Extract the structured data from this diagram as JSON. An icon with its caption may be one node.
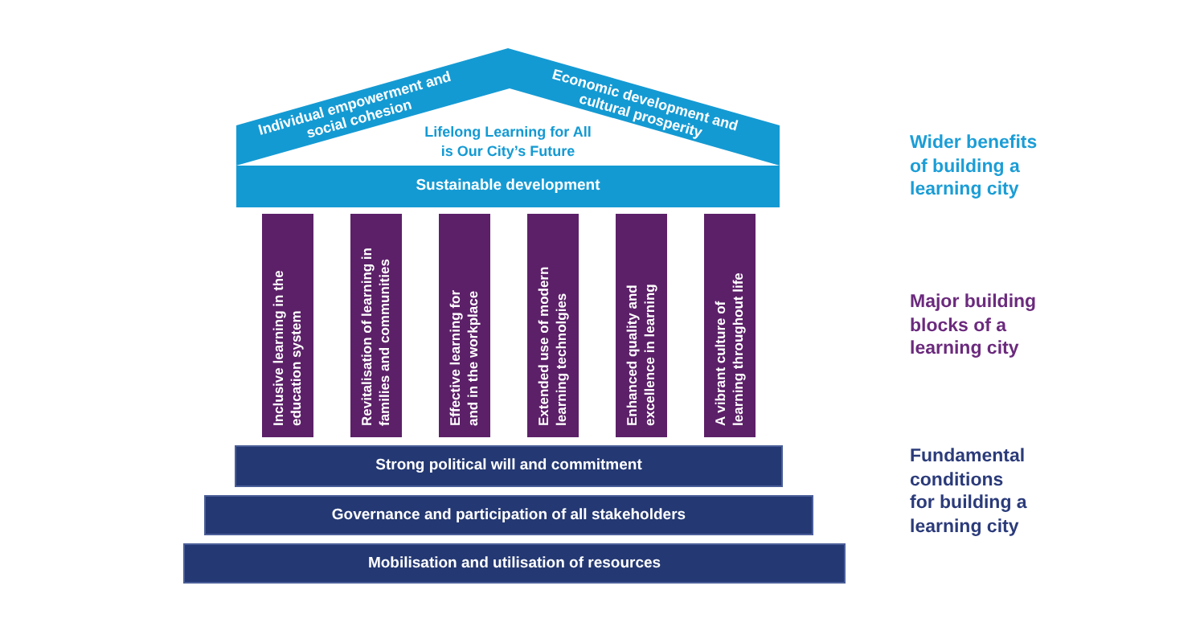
{
  "diagram": {
    "nodes": [
      {
        "text": [
          "Individual empowerment and social cohesion",
          "Economic development and cultural prosperity",
          "Lifelong Learning for All is Our City’s Future"
        ]
      },
      {
        "text": [
          "Sustainable development"
        ]
      },
      {
        "text": [
          "Inclusive learning in the education system"
        ]
      },
      {
        "text": [
          "Revitalisation of learning in families and communities"
        ]
      },
      {
        "text": [
          "Effective learning for and in the workplace"
        ]
      },
      {
        "text": [
          "Extended use of modern learning technolgies"
        ]
      },
      {
        "text": [
          "Enhanced quality and excellence in learning"
        ]
      },
      {
        "text": [
          "A vibrant culture of learning throughout life"
        ]
      },
      {
        "text": [
          "Strong political will and commitment"
        ]
      },
      {
        "text": [
          "Governance and participation of all stakeholders"
        ]
      },
      {
        "text": [
          "Mobilisation and utilisation of resources"
        ]
      }
    ],
    "labels": [
      "Wider benefits of building a learning city",
      "Major building blocks of a learning city",
      "Fundamental conditions for building a learning city"
    ]
  }
}
